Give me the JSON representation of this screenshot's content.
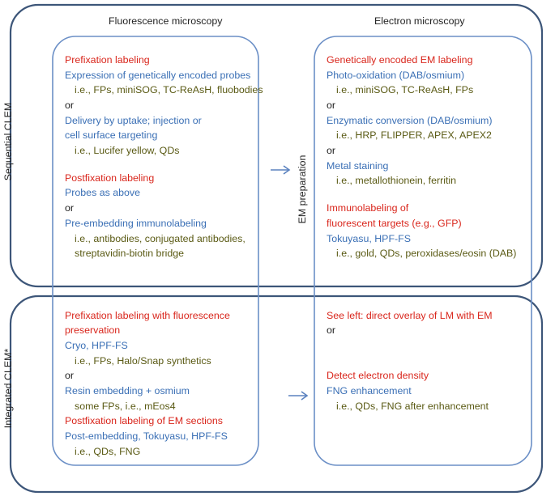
{
  "headers": {
    "fluorescence": "Fluorescence microscopy",
    "electron": "Electron microscopy"
  },
  "side_labels": {
    "sequential": "Sequential CLEM",
    "integrated": "Integrated CLEM*"
  },
  "center_label": "EM preparation",
  "fm_sequential": [
    {
      "text": "Prefixation labeling",
      "color": "red"
    },
    {
      "text": "Expression of genetically encoded probes",
      "color": "blue"
    },
    {
      "text": "i.e., FPs, miniSOG, TC-ReAsH, fluobodies",
      "color": "olive"
    },
    {
      "text": "or",
      "color": "black"
    },
    {
      "text": "Delivery by uptake; injection or",
      "color": "blue"
    },
    {
      "text": "cell surface targeting",
      "color": "blue"
    },
    {
      "text": "i.e., Lucifer yellow, QDs",
      "color": "olive"
    },
    {
      "text": "Postfixation labeling",
      "color": "red"
    },
    {
      "text": "Probes as above",
      "color": "blue"
    },
    {
      "text": "or",
      "color": "black"
    },
    {
      "text": "Pre-embedding immunolabeling",
      "color": "blue"
    },
    {
      "text": "i.e., antibodies, conjugated antibodies,",
      "color": "olive"
    },
    {
      "text": "streptavidin-biotin bridge",
      "color": "olive"
    }
  ],
  "em_sequential": [
    {
      "text": "Genetically encoded EM labeling",
      "color": "red"
    },
    {
      "text": "Photo-oxidation (DAB/osmium)",
      "color": "blue"
    },
    {
      "text": "i.e., miniSOG, TC-ReAsH, FPs",
      "color": "olive"
    },
    {
      "text": "or",
      "color": "black"
    },
    {
      "text": "Enzymatic conversion (DAB/osmium)",
      "color": "blue"
    },
    {
      "text": "i.e., HRP, FLIPPER, APEX, APEX2",
      "color": "olive"
    },
    {
      "text": "or",
      "color": "black"
    },
    {
      "text": "Metal staining",
      "color": "blue"
    },
    {
      "text": "i.e., metallothionein, ferritin",
      "color": "olive"
    },
    {
      "text": "Immunolabeling of",
      "color": "red"
    },
    {
      "text": "fluorescent targets (e.g., GFP)",
      "color": "red"
    },
    {
      "text": "Tokuyasu, HPF-FS",
      "color": "blue"
    },
    {
      "text": "i.e., gold, QDs, peroxidases/eosin (DAB)",
      "color": "olive"
    }
  ],
  "fm_integrated": [
    {
      "text": "Prefixation labeling with fluorescence",
      "color": "red"
    },
    {
      "text": "preservation",
      "color": "red"
    },
    {
      "text": "Cryo, HPF-FS",
      "color": "blue"
    },
    {
      "text": "i.e., FPs, Halo/Snap synthetics",
      "color": "olive"
    },
    {
      "text": "or",
      "color": "black"
    },
    {
      "text": "Resin embedding + osmium",
      "color": "blue"
    },
    {
      "text": "some FPs, i.e., mEos4",
      "color": "olive"
    },
    {
      "text": "Postfixation labeling of EM sections",
      "color": "red"
    },
    {
      "text": "Post-embedding, Tokuyasu, HPF-FS",
      "color": "blue"
    },
    {
      "text": "i.e., QDs, FNG",
      "color": "olive"
    }
  ],
  "em_integrated": [
    {
      "text": "See left: direct overlay of LM with EM",
      "color": "red"
    },
    {
      "text": "or",
      "color": "black"
    },
    {
      "text": "Detect electron density",
      "color": "red"
    },
    {
      "text": "FNG enhancement",
      "color": "blue"
    },
    {
      "text": "i.e., QDs, FNG after enhancement",
      "color": "olive"
    }
  ],
  "colors": {
    "outer_border": "#3d5679",
    "inner_border": "#6b8fc6",
    "arrow": "#5b82bf",
    "red": "#d9261c",
    "blue": "#3a6fb5",
    "olive": "#5a5a14",
    "black": "#222222"
  }
}
